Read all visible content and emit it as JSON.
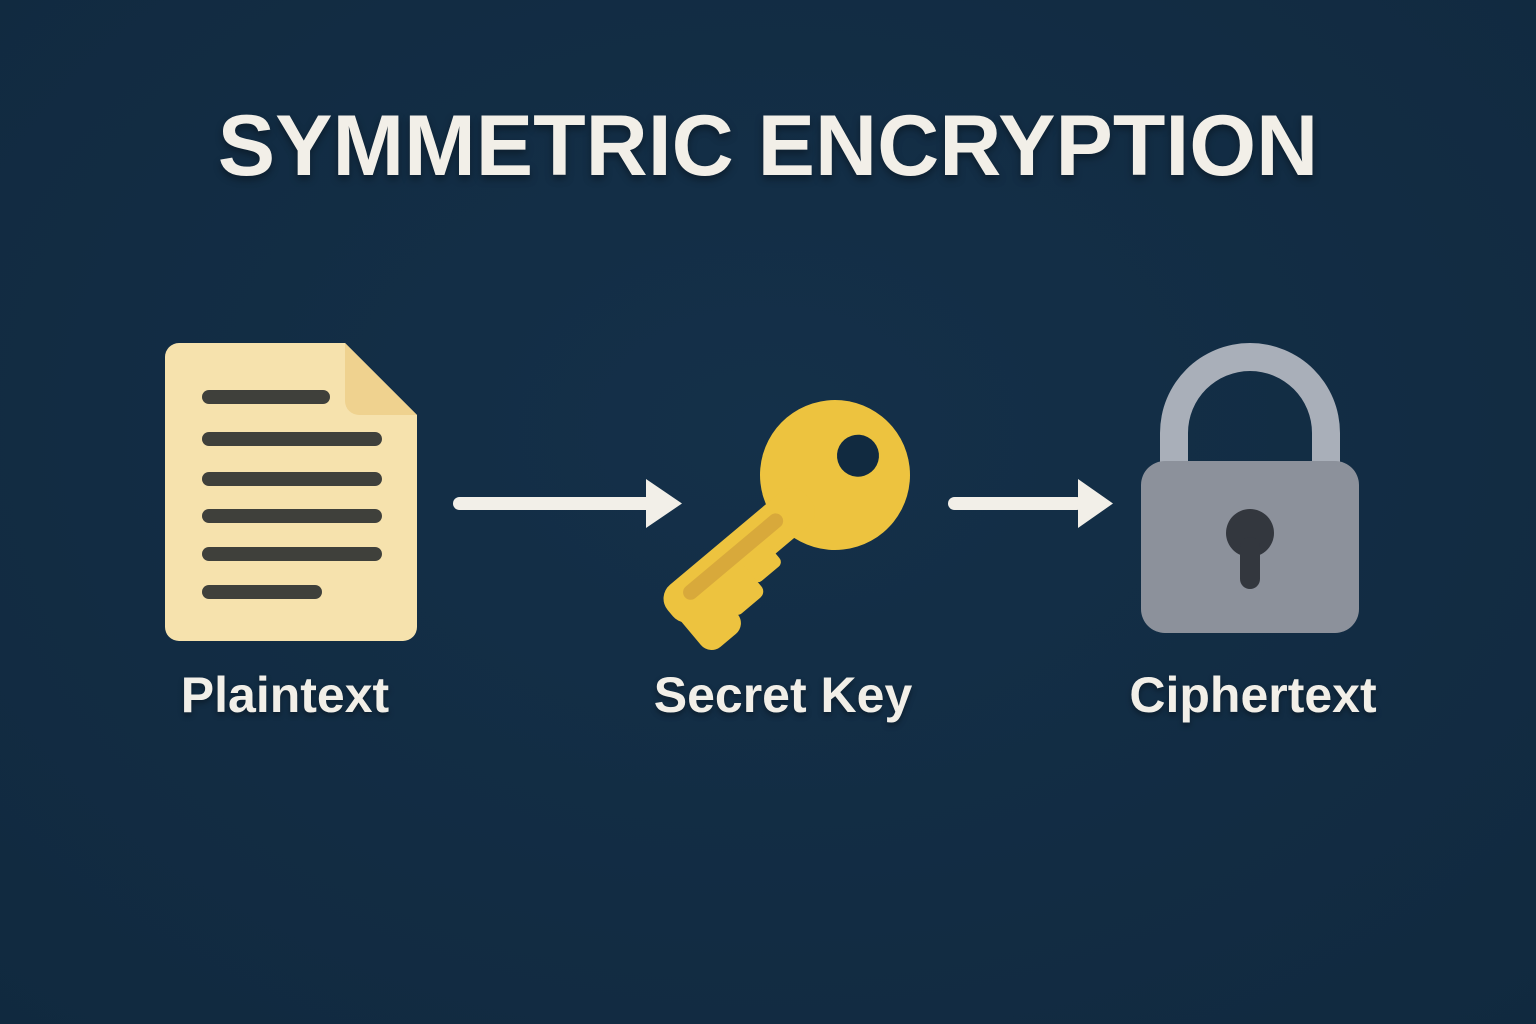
{
  "title": "SYMMETRIC ENCRYPTION",
  "diagram": {
    "nodes": [
      {
        "id": "plaintext",
        "label": "Plaintext",
        "icon": "document-icon"
      },
      {
        "id": "secret-key",
        "label": "Secret Key",
        "icon": "key-icon"
      },
      {
        "id": "ciphertext",
        "label": "Ciphertext",
        "icon": "lock-icon"
      }
    ],
    "edges": [
      {
        "from": "plaintext",
        "to": "secret-key",
        "style": "arrow-right"
      },
      {
        "from": "secret-key",
        "to": "ciphertext",
        "style": "arrow-right"
      }
    ]
  },
  "colors": {
    "background": "#112a40",
    "background_center": "#143049",
    "background_edge": "#0c2338",
    "text": "#f2efe8",
    "arrow": "#f2efe8",
    "doc_body": "#f6e2ad",
    "doc_fold": "#efd28f",
    "doc_line": "#3f403b",
    "key_gold": "#edc33f",
    "key_stripe": "#d8a93b",
    "lock_body": "#8c919b",
    "lock_shackle": "#a9afb9",
    "lock_keyhole": "#33373e"
  }
}
